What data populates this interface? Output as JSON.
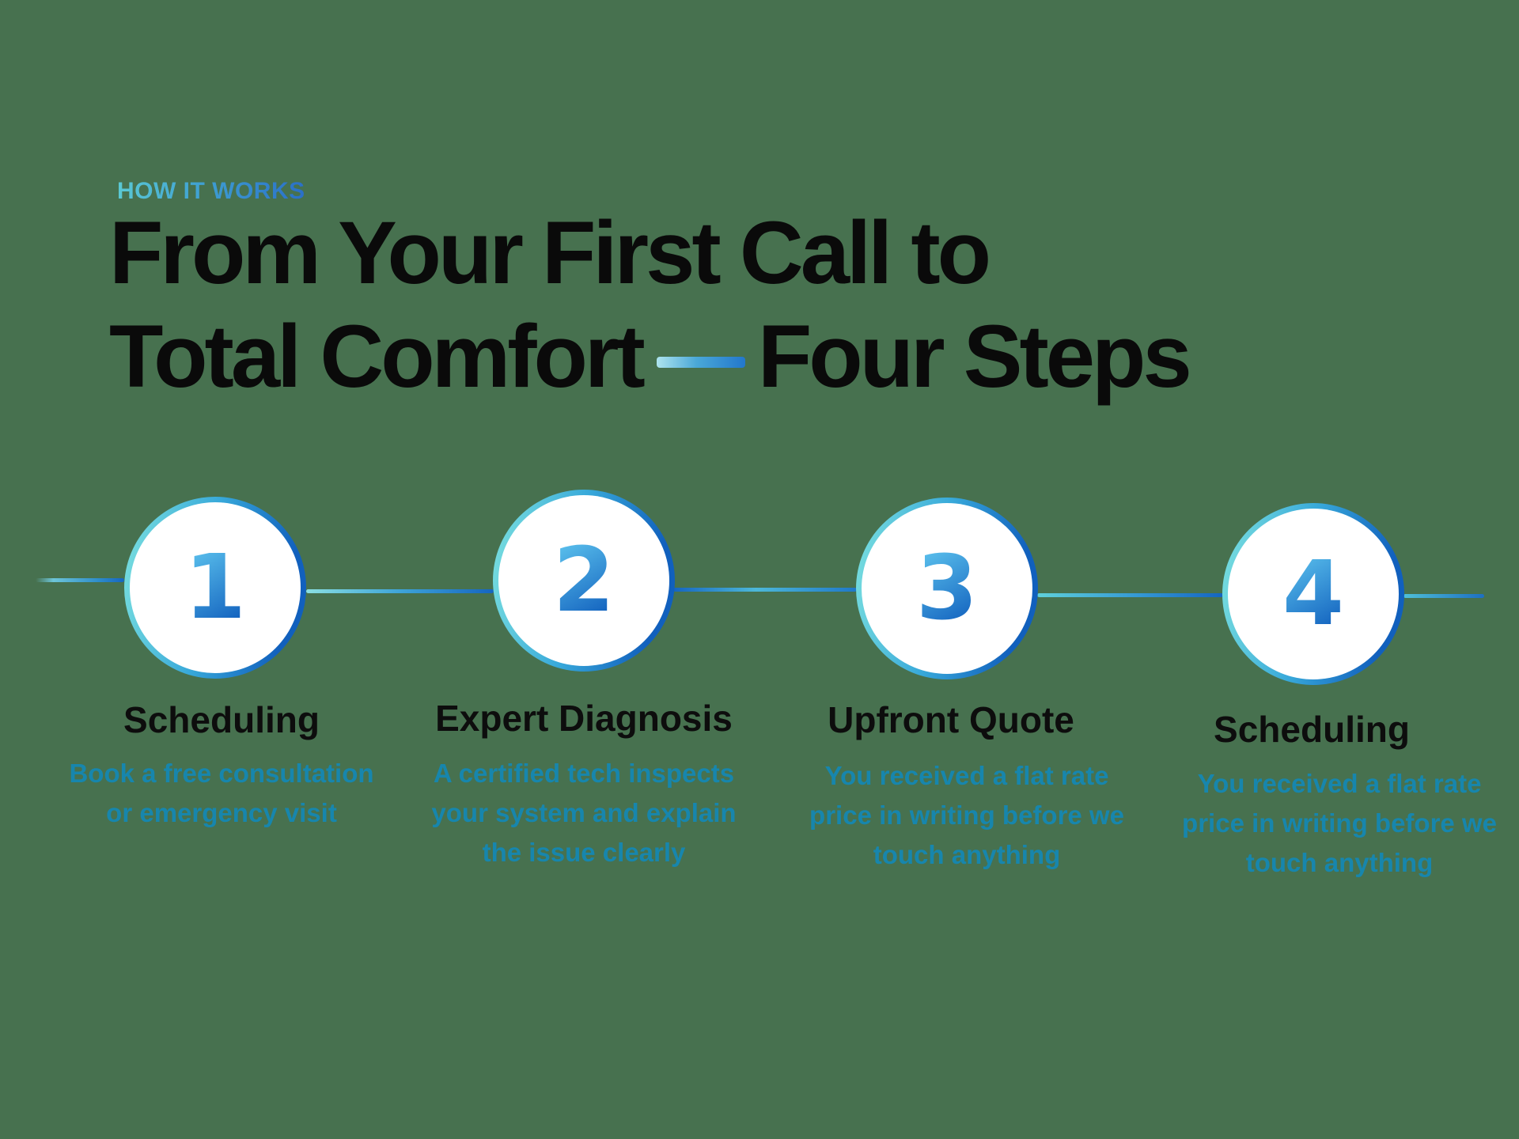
{
  "header": {
    "eyebrow": "HOW IT WORKS",
    "title_line1": "From Your First Call to",
    "title_line2_before_dash": "Total Comfort",
    "title_line2_after_dash": "Four Steps"
  },
  "steps": [
    {
      "number": "1",
      "title": "Scheduling",
      "description": [
        "Book a free consultation",
        "or emergency visit"
      ]
    },
    {
      "number": "2",
      "title": "Expert Diagnosis",
      "description": [
        "A certified tech inspects",
        "your system and explain",
        "the issue clearly"
      ]
    },
    {
      "number": "3",
      "title": "Upfront Quote",
      "description": [
        "You received a flat rate",
        "price in writing before we",
        "touch anything"
      ]
    },
    {
      "number": "4",
      "title": "Scheduling",
      "description": [
        "You received a flat rate",
        "price in writing before we",
        "touch anything"
      ]
    }
  ],
  "colors": {
    "background": "#47714F",
    "title_text": "#0A0A0A",
    "description_text": "#1786AD",
    "accent_teal": "#5BC9D4",
    "accent_blue": "#1565C0",
    "circle_fill": "#FFFFFF"
  }
}
